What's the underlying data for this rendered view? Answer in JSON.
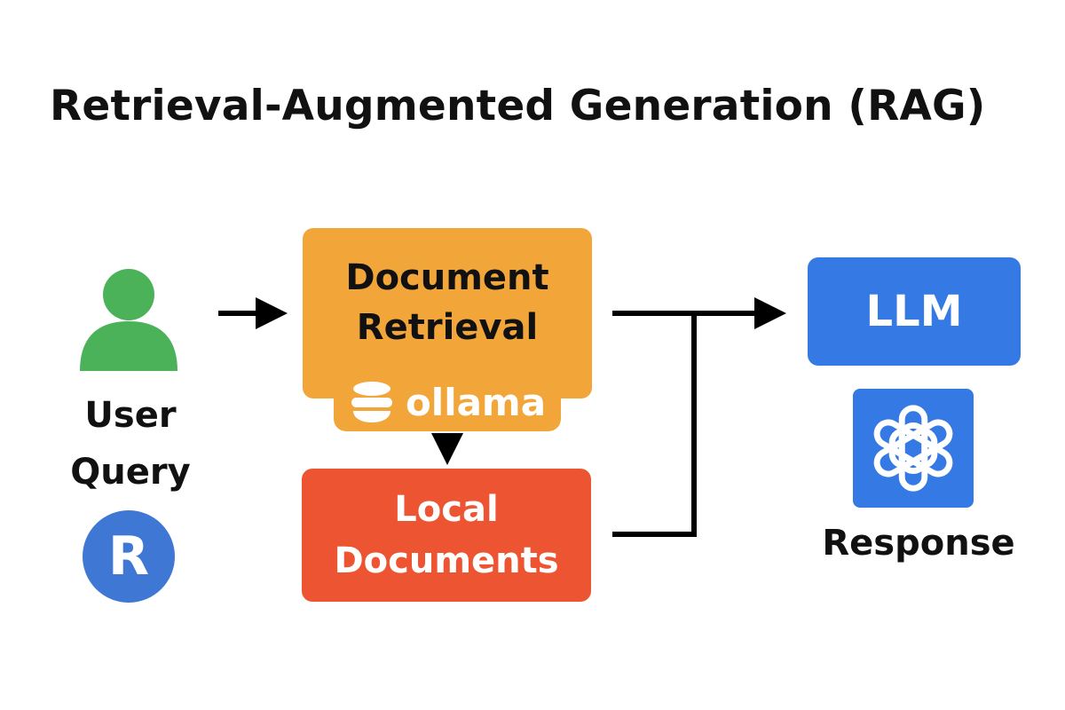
{
  "title": "Retrieval-Augmented Generation (RAG)",
  "user": {
    "label_line1": "User",
    "label_line2": "Query",
    "icon": "user-icon",
    "badge_text": "R",
    "badge_icon": "r-logo-icon"
  },
  "retrieval": {
    "label_line1": "Document",
    "label_line2": "Retrieval",
    "brand_text": "ollama",
    "brand_icon": "ollama-icon"
  },
  "local_docs": {
    "label_line1": "Local",
    "label_line2": "Documents"
  },
  "llm": {
    "label": "LLM",
    "logo_icon": "openai-icon"
  },
  "response": {
    "label": "Response"
  },
  "colors": {
    "user_green": "#4cb25a",
    "retrieval_orange": "#f2a63a",
    "local_docs_red": "#ec5432",
    "llm_blue": "#3479e4",
    "r_badge_blue": "#3e78d4",
    "text_dark": "#111111"
  }
}
